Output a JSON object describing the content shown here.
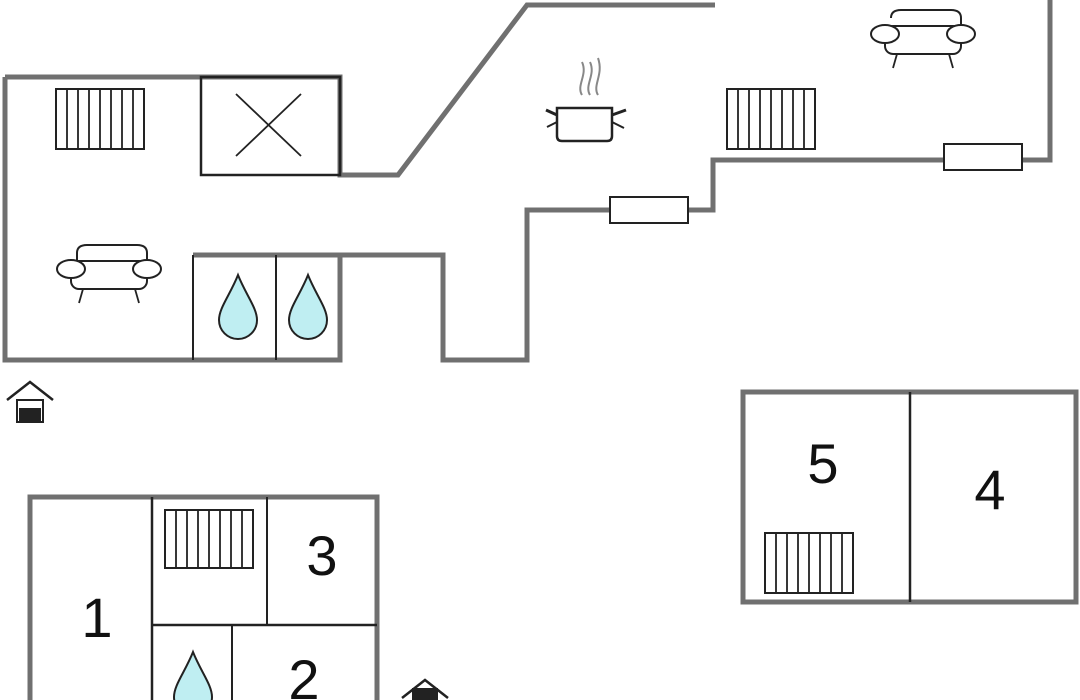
{
  "rooms": {
    "room1": "1",
    "room2": "2",
    "room3": "3",
    "room4": "4",
    "room5": "5"
  },
  "colors": {
    "wall": "#707070",
    "water": "#bfeef2",
    "door_fill": "#222222"
  },
  "icons": [
    "radiator-icon",
    "skylight-cross-icon",
    "sofa-icon",
    "water-drop-icon",
    "cooking-pot-icon",
    "window-icon",
    "entrance-icon"
  ]
}
